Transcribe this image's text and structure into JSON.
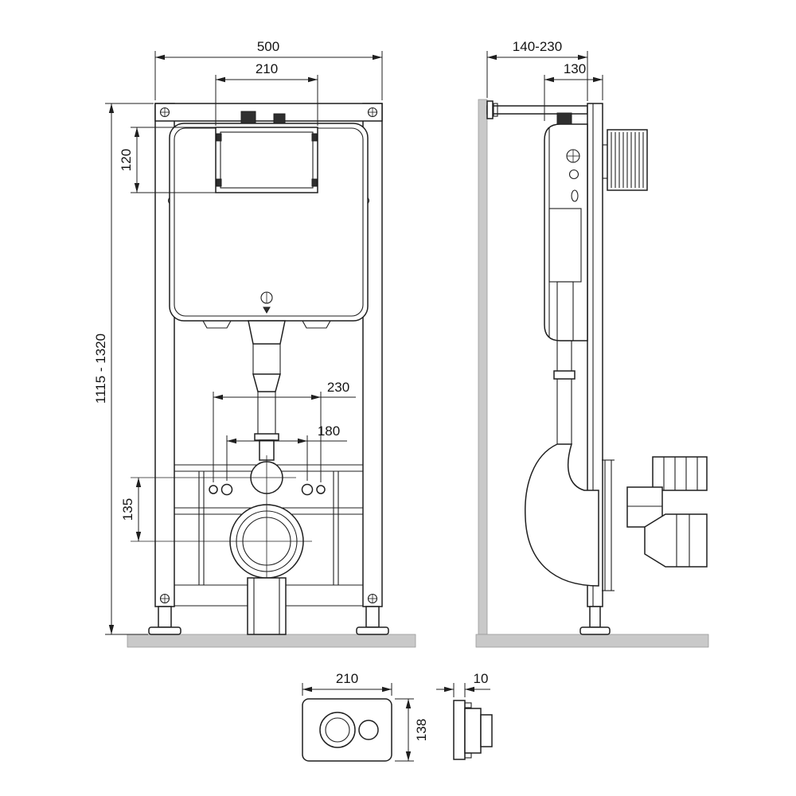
{
  "dims": {
    "front_width": "500",
    "front_opening_width": "210",
    "front_opening_height": "120",
    "front_height_range": "1115 - 1320",
    "front_fixing_spacing_outer": "230",
    "front_fixing_spacing_inner": "180",
    "front_outlet_center_height": "135",
    "side_depth_range": "140-230",
    "side_frame_depth": "130",
    "plate_width": "210",
    "plate_height": "138",
    "plate_thickness": "10"
  },
  "colors": {
    "line": "#1f1f1f",
    "wall_fill": "#c9c9c9",
    "floor_fill": "#c9c9c9"
  }
}
